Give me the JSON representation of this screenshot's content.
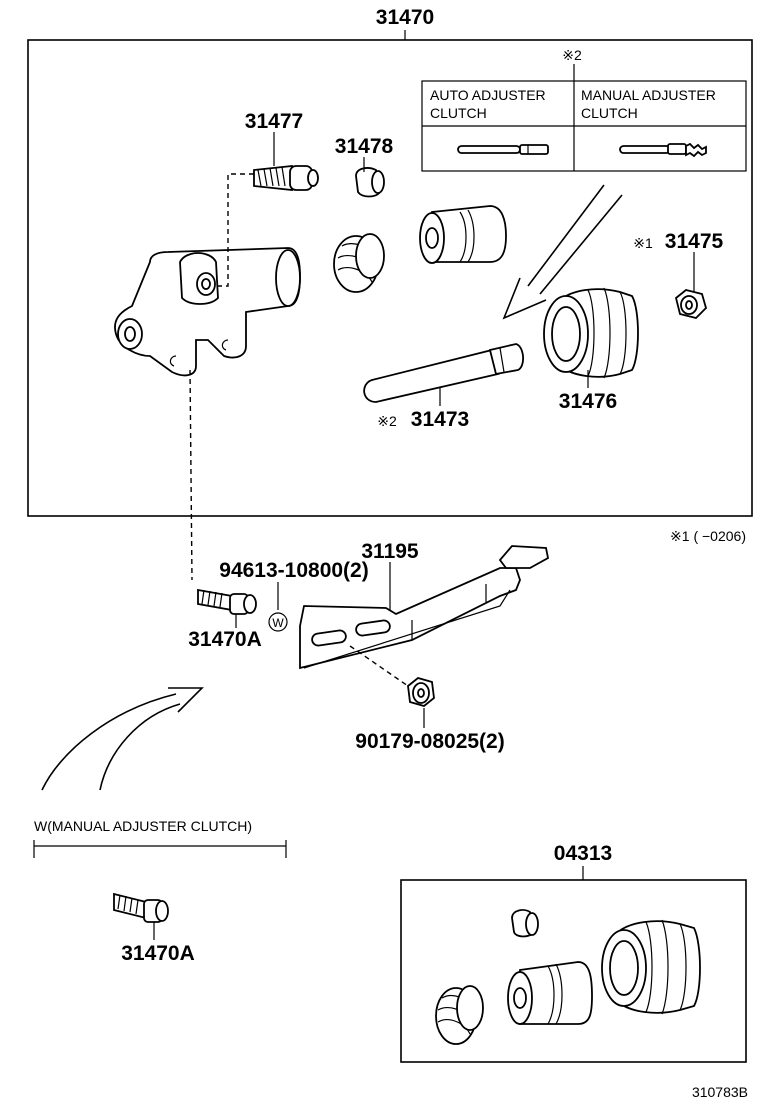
{
  "diagram": {
    "part_numbers": {
      "assembly": "31470",
      "bleeder_plug": "31477",
      "cap": "31478",
      "nut_31475": "31475",
      "boot": "31476",
      "push_rod": "31473",
      "bracket": "31195",
      "bolt_label": "94613-10800(2)",
      "bolt_31470a": "31470A",
      "nut_label": "90179-08025(2)",
      "kit": "04313",
      "bolt_31470a_alt": "31470A"
    },
    "marks": {
      "note2_top": "※2",
      "note1_prefix": "※1",
      "note2_prefix": "※2",
      "footnote": "※1 (      −0206)"
    },
    "table": {
      "col1_line1": "AUTO ADJUSTER",
      "col1_line2": "CLUTCH",
      "col2_line1": "MANUAL ADJUSTER",
      "col2_line2": "CLUTCH"
    },
    "w_circle": "W",
    "variant_heading": "W(MANUAL ADJUSTER CLUTCH)",
    "drawing_code": "310783B"
  }
}
